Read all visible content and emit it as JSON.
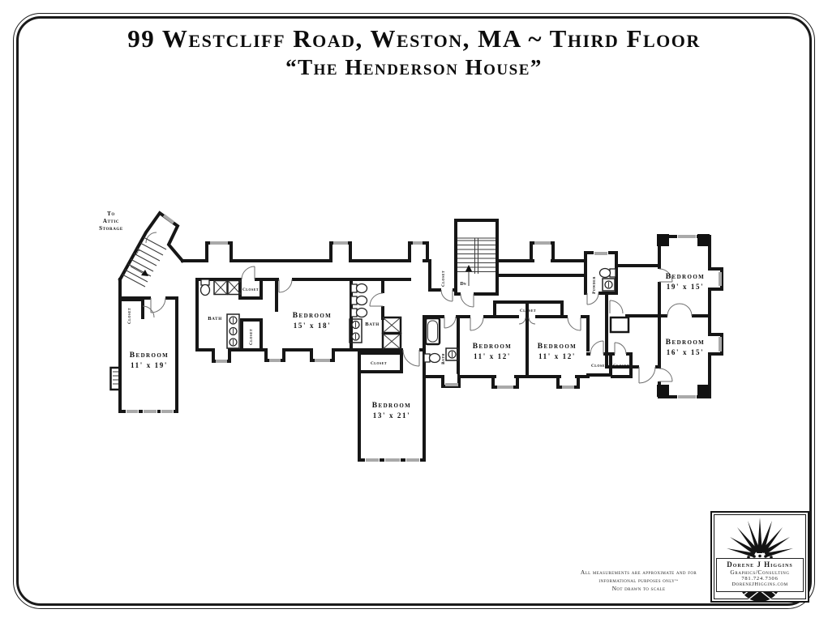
{
  "title": {
    "line1": "99 Westcliff Road, Weston, MA ~ Third Floor",
    "line2": "“The Henderson House”"
  },
  "plan": {
    "attic": {
      "line1": "To",
      "line2": "Attic",
      "line3": "Storage"
    },
    "labels": {
      "bath": "Bath",
      "powder": "Powder",
      "closet": "Closet",
      "down": "Dn"
    },
    "rooms": [
      {
        "name": "Bedroom",
        "dims": "11' x 19'"
      },
      {
        "name": "Bedroom",
        "dims": "15' x 18'"
      },
      {
        "name": "Bedroom",
        "dims": "13' x 21'"
      },
      {
        "name": "Bedroom",
        "dims": "11' x 12'"
      },
      {
        "name": "Bedroom",
        "dims": "11' x 12'"
      },
      {
        "name": "Bedroom",
        "dims": "19' x 15'"
      },
      {
        "name": "Bedroom",
        "dims": "16' x 15'"
      }
    ]
  },
  "footer": {
    "disclaimer1": "All measurements are approximate and for",
    "disclaimer2": "informational purposes only~",
    "disclaimer3": "Not drawn to scale"
  },
  "logo": {
    "name": "Dorene J Higgins",
    "tagline": "Graphics/Consulting",
    "phone": "781.724.7306",
    "website": "DoreneJHiggins.com"
  }
}
